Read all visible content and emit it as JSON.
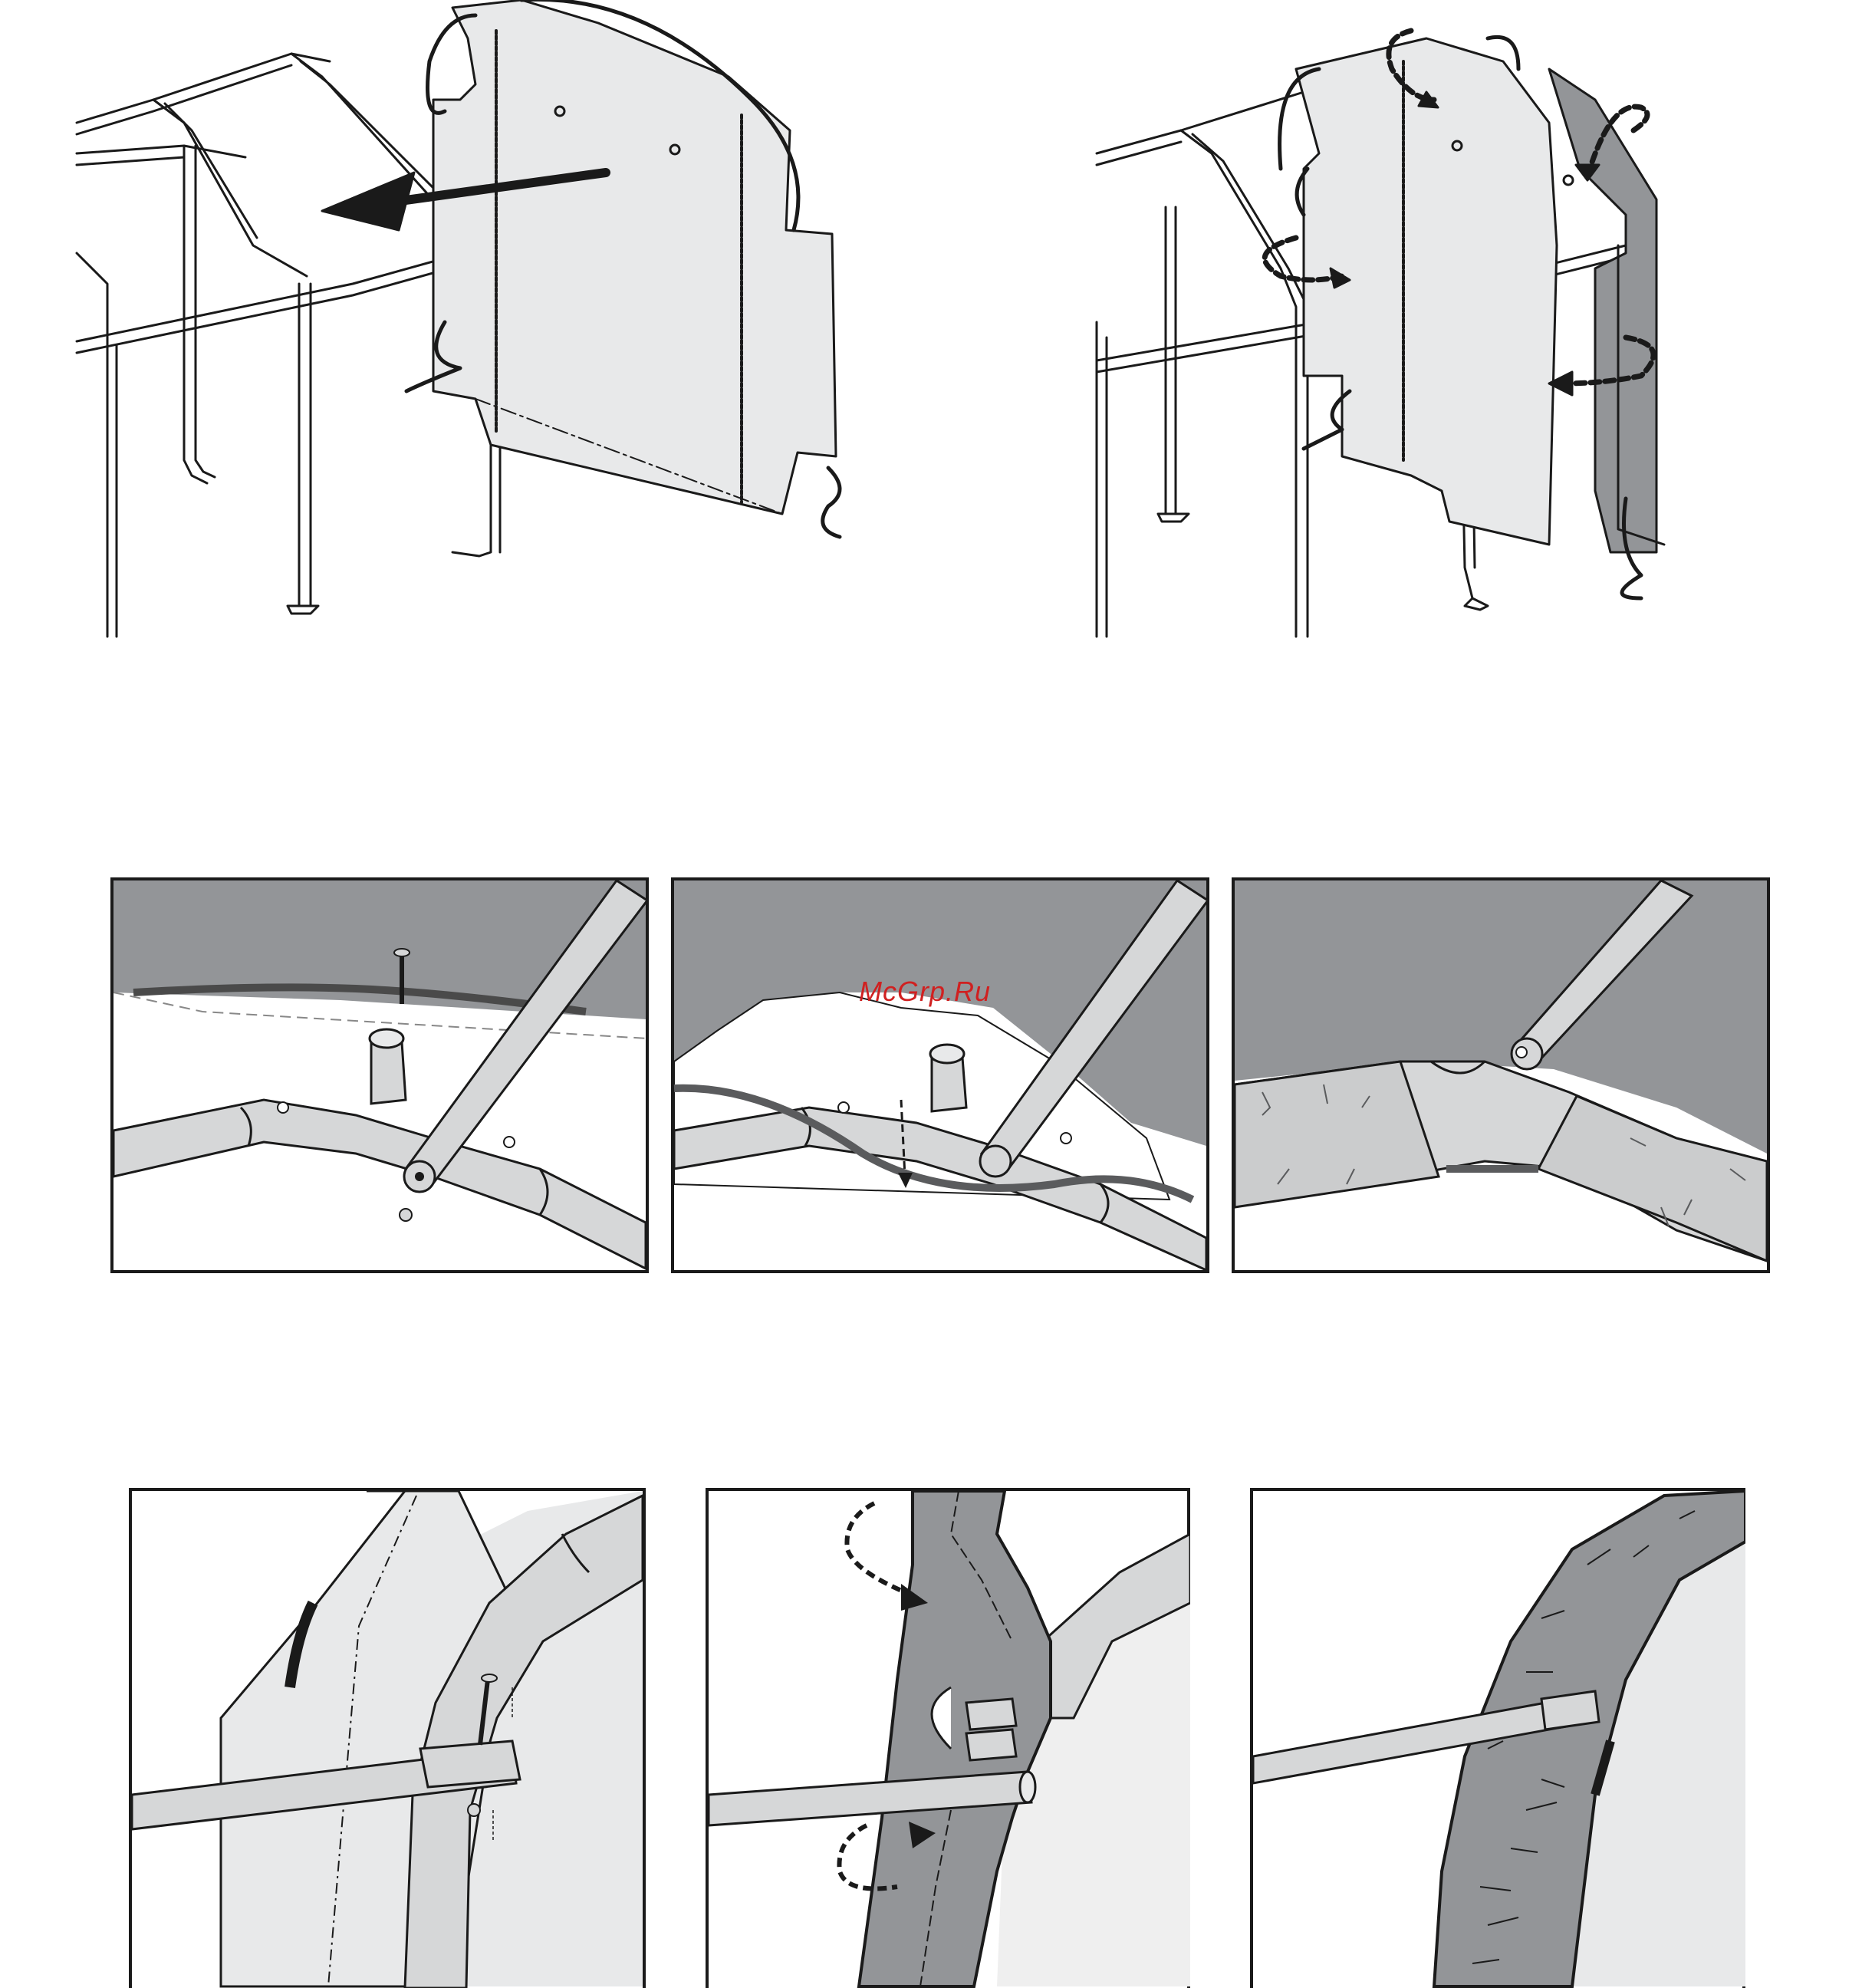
{
  "page": {
    "type": "assembly-instruction-illustrations",
    "colors": {
      "background": "#ffffff",
      "cover_light": "#e8e9ea",
      "cover_dark": "#939598",
      "frame_pipe": "#d6d7d8",
      "outline": "#1a1a1a"
    }
  },
  "watermark": {
    "text": "McGrp.Ru",
    "color": "#d02020"
  },
  "figures": [
    {
      "name": "end-panel-placement",
      "icon": "arrow-into-frame"
    },
    {
      "name": "end-panel-wrapped",
      "icon": "wrap-arrows"
    },
    {
      "name": "detail-bolt-corner",
      "icon": "bolt"
    },
    {
      "name": "detail-cord-tucked",
      "icon": "dashed-arrow"
    },
    {
      "name": "detail-tape-wrapped",
      "icon": "tape"
    },
    {
      "name": "detail-bracket-bolt",
      "icon": "bolt"
    },
    {
      "name": "detail-flap-wrap",
      "icon": "wrap-arrows"
    },
    {
      "name": "detail-flap-secured",
      "icon": "tape"
    }
  ]
}
